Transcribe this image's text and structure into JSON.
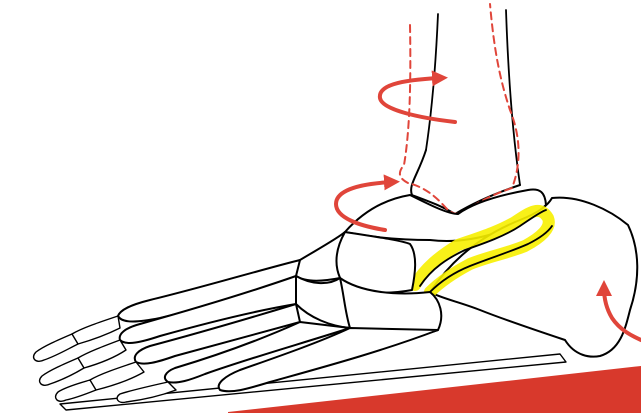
{
  "colors": {
    "rotation_arrow": "#e0453a",
    "dashed_outline": "#e0453a",
    "joint_highlight": "#f7ef00",
    "wedge": "#d8392c",
    "bone_outline": "#000000",
    "background": "#ffffff"
  },
  "icons": {
    "tibia_rotation": "curved-rotation-arrow",
    "talus_rotation": "curved-rotation-arrow",
    "calcaneus_tilt": "curved-up-arrow"
  }
}
